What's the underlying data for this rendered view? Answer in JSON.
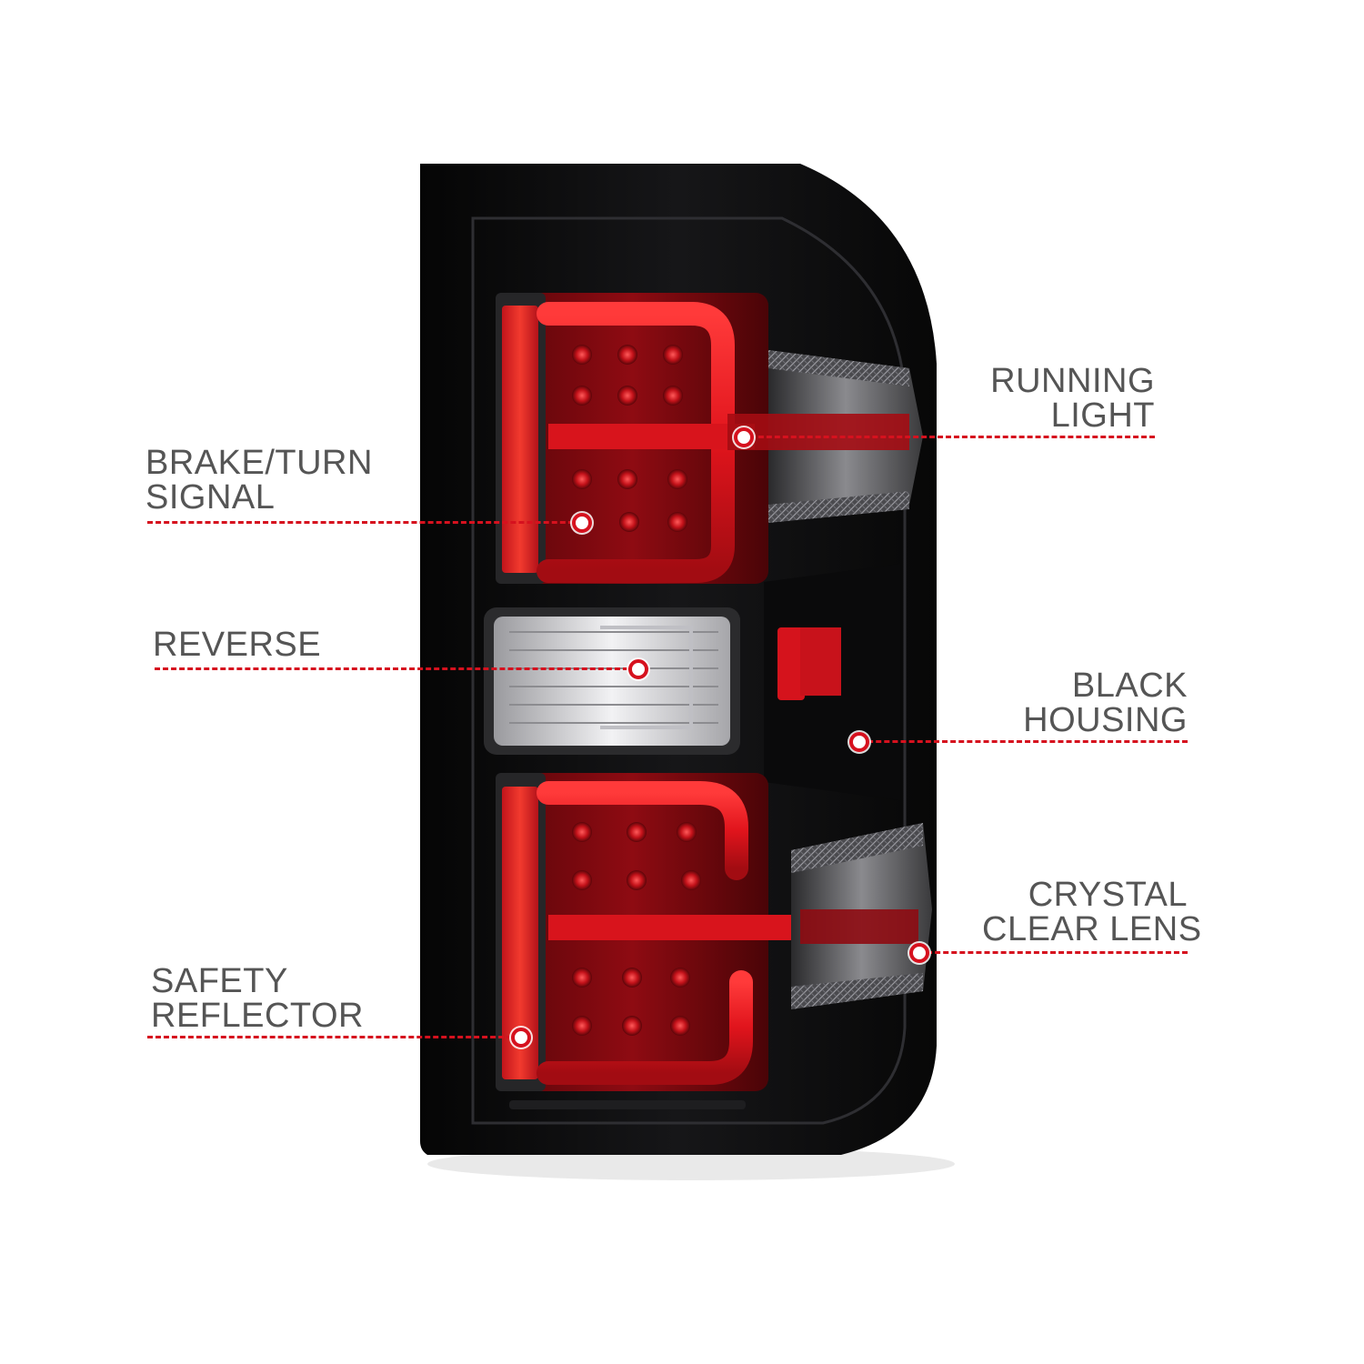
{
  "callouts": {
    "running_light": {
      "line1": "RUNNING",
      "line2": "LIGHT"
    },
    "brake_turn": {
      "line1": "BRAKE/TURN",
      "line2": "SIGNAL"
    },
    "reverse": {
      "line1": "REVERSE"
    },
    "black_housing": {
      "line1": "BLACK",
      "line2": "HOUSING"
    },
    "crystal_clear_lens": {
      "line1": "CRYSTAL",
      "line2": "CLEAR LENS"
    },
    "safety_reflector": {
      "line1": "SAFETY",
      "line2": "REFLECTOR"
    }
  },
  "colors": {
    "accent": "#d6111e",
    "label_text": "#555555",
    "housing": "#0b0b0c",
    "lens_red": "#b0101a",
    "reverse_lens": "#d9d9dc"
  }
}
